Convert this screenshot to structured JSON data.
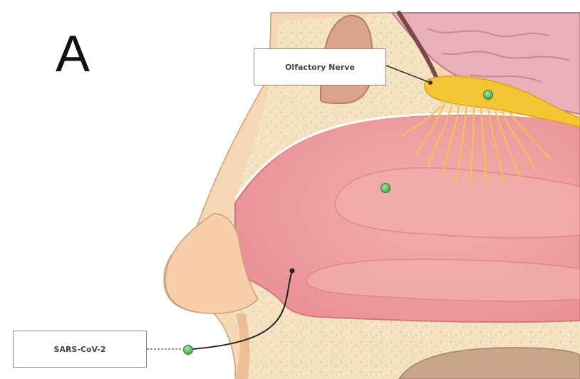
{
  "panel_label": "A",
  "labels": {
    "olfactory_nerve": "Olfactory Nerve",
    "virus": "SARS-CoV-2"
  },
  "colors": {
    "skin": "#f6d7b4",
    "skin_dark": "#e9b98f",
    "bone": "#f4e3c2",
    "bone_speckle": "#d8b98a",
    "mucosa": "#eea1a2",
    "mucosa_light": "#f3b7b4",
    "brain": "#eab0b8",
    "nerve": "#f3c534",
    "nerve_fibers": "#f6bf57",
    "virus": "#4fb356",
    "pointer": "#222222"
  },
  "icons": [
    "virus-particle-icon",
    "virus-particle-icon",
    "virus-particle-icon"
  ]
}
